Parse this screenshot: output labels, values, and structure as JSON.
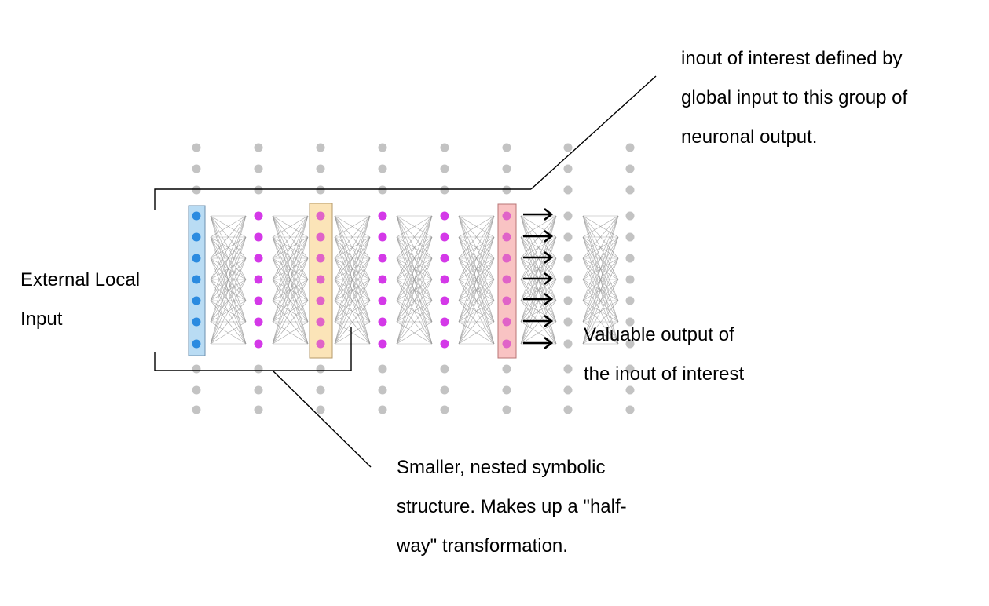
{
  "colors": {
    "inactive_neuron": "#c3c3c3",
    "input_neuron": "#2b8be0",
    "active_neuron": "#d439e8",
    "boxed_neuron": "#e063c8",
    "blue_box_fill": "#b9dcf4",
    "blue_box_stroke": "#6d8fae",
    "yellow_box_fill": "#fbe4b8",
    "yellow_box_stroke": "#b59a6a",
    "red_box_fill": "#f9c3c3",
    "red_box_stroke": "#b87474",
    "connection": "#9a9a9a",
    "bracket": "#000000",
    "arrow": "#000000",
    "text": "#000000"
  },
  "labels": {
    "external_input": [
      "External Local",
      "Input"
    ],
    "global_input": [
      "inout of interest defined by",
      "global input to this group of",
      "neuronal output."
    ],
    "valuable_output": [
      "Valuable output of",
      "the inout of interest"
    ],
    "nested_structure": [
      "Smaller, nested symbolic",
      "structure. Makes up a \"half-",
      "way\" transformation."
    ]
  },
  "network": {
    "column_count": 8,
    "active_rows_per_column": 7,
    "inactive_rows_above": 3,
    "inactive_rows_below": 3,
    "active_neuron_color_keys": [
      "input_neuron",
      "active_neuron",
      "boxed_neuron",
      "active_neuron",
      "active_neuron",
      "boxed_neuron",
      "inactive_neuron",
      "inactive_neuron"
    ],
    "highlight_boxes": [
      {
        "name": "input-layer-box",
        "column": 1,
        "fill": "blue_box_fill",
        "stroke": "blue_box_stroke"
      },
      {
        "name": "nested-structure-box",
        "column": 3,
        "fill": "yellow_box_fill",
        "stroke": "yellow_box_stroke"
      },
      {
        "name": "output-layer-box",
        "column": 6,
        "fill": "red_box_fill",
        "stroke": "red_box_stroke"
      }
    ],
    "output_arrow_count": 7
  }
}
